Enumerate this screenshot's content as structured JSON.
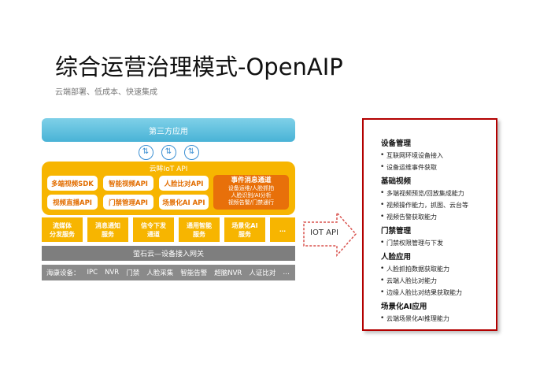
{
  "title": "综合运营治理模式-OpenAIP",
  "subtitle": "云端部署、低成本、快速集成",
  "diagram": {
    "top_bar": "第三方应用",
    "arrows": [
      "⇅",
      "⇅",
      "⇅"
    ],
    "cloud_api_title": "云眸IoT API",
    "api_buttons": [
      "多端视频SDK",
      "智能视频API",
      "人脸比对API",
      "视频直播API",
      "门禁管理API",
      "场景化AI API"
    ],
    "event": {
      "title": "事件消息通道",
      "lines": [
        "设备运维/人脸抓拍",
        "人脸识别/AI分析",
        "视频告警/门禁通行"
      ]
    },
    "services": [
      [
        "流媒体",
        "分发服务"
      ],
      [
        "消息通知",
        "服务"
      ],
      [
        "信令下发",
        "通道"
      ],
      [
        "通用智能",
        "服务"
      ],
      [
        "场景化AI",
        "服务"
      ],
      [
        "…"
      ]
    ],
    "access_gateway": "萤石云—设备接入网关",
    "devices": [
      "海康设备：",
      "IPC",
      "NVR",
      "门禁",
      "人脸采集",
      "智能告警",
      "超脑NVR",
      "人证比对",
      "…"
    ]
  },
  "iot_arrow_label": "IOT API",
  "panel": {
    "sections": [
      {
        "title": "设备管理",
        "items": [
          "互联网环境设备接入",
          "设备运维事件获取"
        ]
      },
      {
        "title": "基础视频",
        "items": [
          "多端视频预览/回放集成能力",
          "视频操作能力，抓图、云台等",
          "视频告警获取能力"
        ]
      },
      {
        "title": "门禁管理",
        "items": [
          "门禁权限管理与下发"
        ]
      },
      {
        "title": "人脸应用",
        "items": [
          "人脸抓拍数据获取能力",
          "云端人脸比对能力",
          "边缘人脸比对结果获取能力"
        ]
      },
      {
        "title": "场景化AI应用",
        "items": [
          "云端场景化AI推理能力"
        ]
      }
    ]
  },
  "colors": {
    "top_bar": "#49b3d6",
    "yellow": "#f7b500",
    "orange": "#e8700a",
    "gray": "#7e7e7e",
    "panel_border": "#b30000"
  }
}
